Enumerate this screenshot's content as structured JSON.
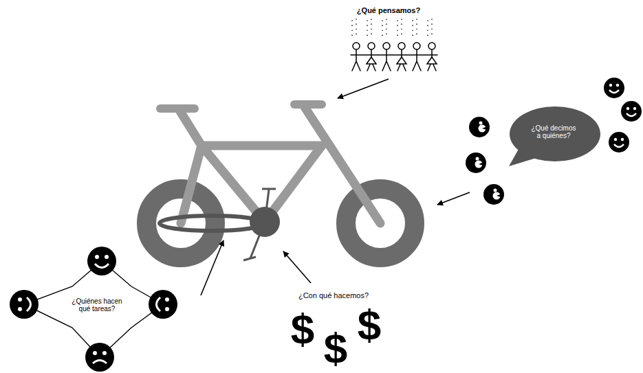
{
  "diagram": {
    "nodes": [
      {
        "text": [
          "¿Qué decimos a quiénes?"
        ]
      },
      {
        "text": [
          "¿Quiénes hacen qué tareas?"
        ]
      }
    ],
    "labels": [
      "¿Qué pensamos?",
      "¿Con qué hacemos?",
      "$",
      "$",
      "$"
    ]
  }
}
